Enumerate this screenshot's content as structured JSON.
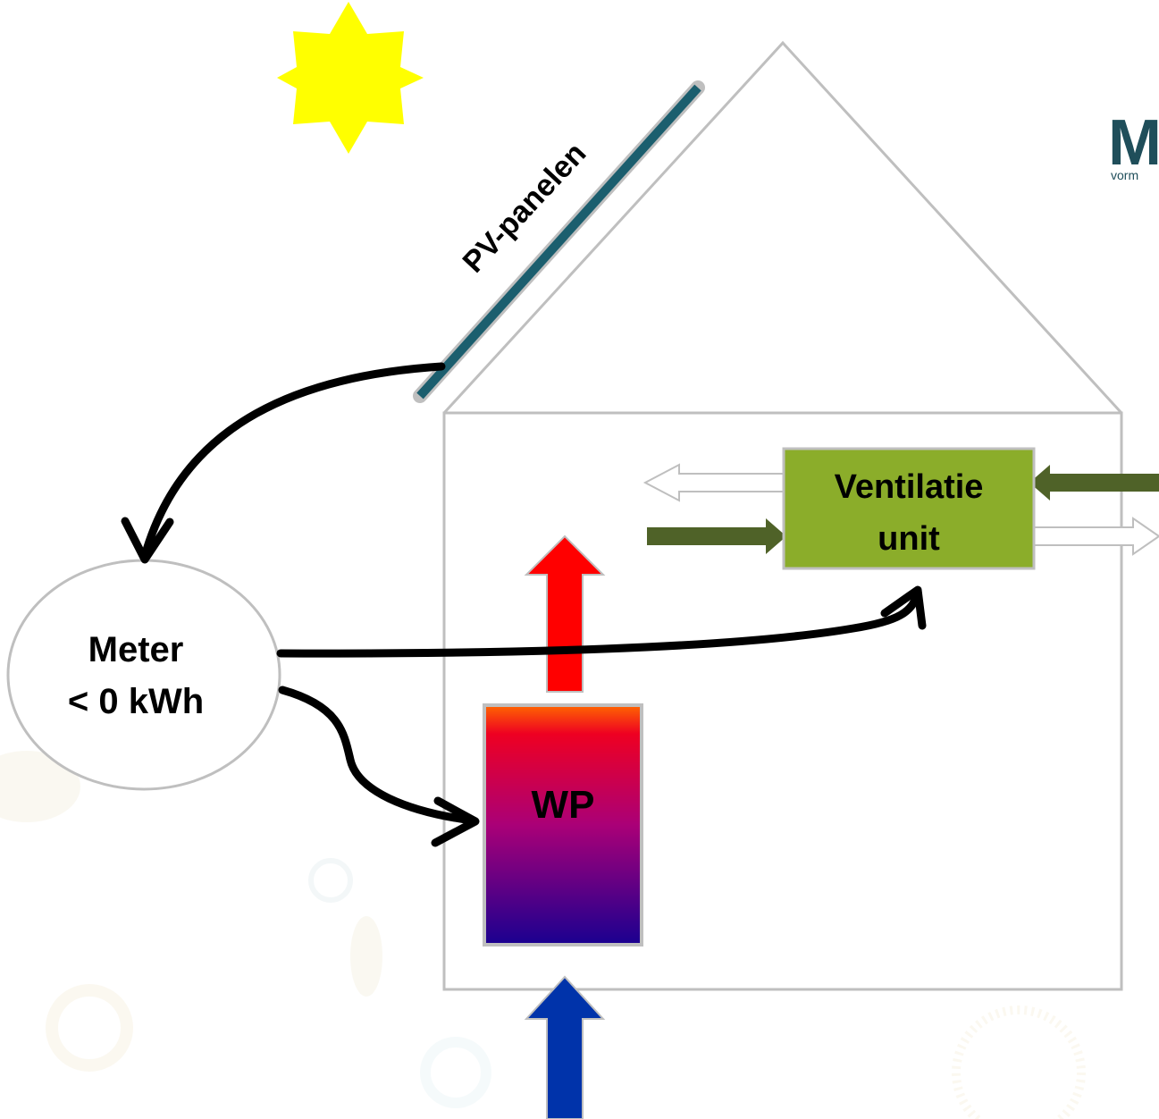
{
  "diagram": {
    "pv_label": "PV-panelen",
    "ventilation": {
      "line1": "Ventilatie",
      "line2": "unit"
    },
    "meter": {
      "line1": "Meter",
      "line2": "< 0 kWh"
    },
    "heat_pump_label": "WP",
    "logo_text": {
      "mark": "M",
      "tagline": "vorm"
    }
  },
  "colors": {
    "sun": "#ffff00",
    "pv_panel": "#1b5e6e",
    "house_outline": "#bfbfbf",
    "ventilation_fill": "#8bad2a",
    "ventilation_border": "#bfbfbf",
    "green_arrow": "#4f6228",
    "hot_arrow": "#ff0000",
    "cold_arrow": "#0033aa",
    "heat_pump_top": "#ff6600",
    "heat_pump_mid": "#b2006e",
    "heat_pump_bottom": "#1a0090",
    "logo": "#1f4e5a"
  },
  "icons": [
    "sun-icon",
    "pv-panel",
    "house-outline",
    "ventilation-unit",
    "meter-circle",
    "heat-pump",
    "arrow-connections"
  ]
}
